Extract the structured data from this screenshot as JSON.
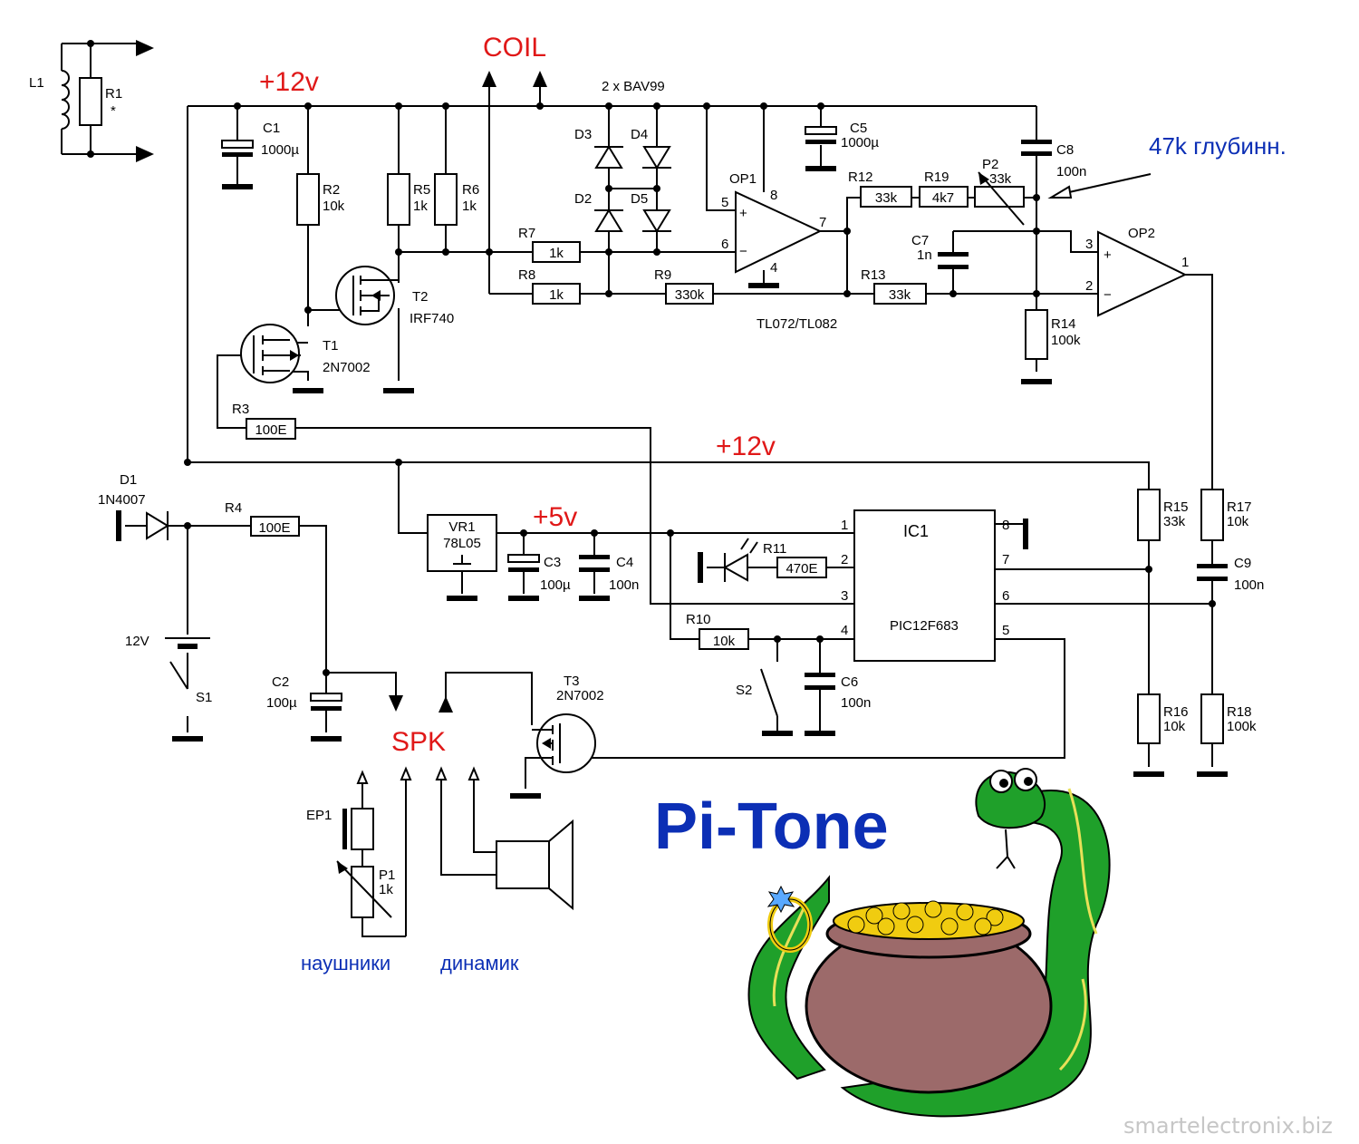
{
  "labels": {
    "coil": "COIL",
    "v12_top": "+12v",
    "v12_mid": "+12v",
    "v5": "+5v",
    "spk": "SPK",
    "bav99": "2 x BAV99",
    "depth_note": "47k глубинн.",
    "opamp_type": "TL072/TL082",
    "headphones": "наушники",
    "speaker": "динамик",
    "title": "Pi-Tone",
    "watermark": "smartelectronix.biz",
    "battery": "12V"
  },
  "components": {
    "L1": {
      "ref": "L1"
    },
    "R1": {
      "ref": "R1",
      "value": "*"
    },
    "C1": {
      "ref": "C1",
      "value": "1000µ"
    },
    "R2": {
      "ref": "R2",
      "value": "10k"
    },
    "R5": {
      "ref": "R5",
      "value": "1k"
    },
    "R6": {
      "ref": "R6",
      "value": "1k"
    },
    "T1": {
      "ref": "T1",
      "value": "2N7002"
    },
    "T2": {
      "ref": "T2",
      "value": "IRF740"
    },
    "R3": {
      "ref": "R3",
      "value": "100E"
    },
    "D3": {
      "ref": "D3"
    },
    "D4": {
      "ref": "D4"
    },
    "D2": {
      "ref": "D2"
    },
    "D5": {
      "ref": "D5"
    },
    "R7": {
      "ref": "R7",
      "value": "1k"
    },
    "R8": {
      "ref": "R8",
      "value": "1k"
    },
    "R9": {
      "ref": "R9",
      "value": "330k"
    },
    "OP1": {
      "ref": "OP1"
    },
    "C5": {
      "ref": "C5",
      "value": "1000µ"
    },
    "R12": {
      "ref": "R12",
      "value": "33k"
    },
    "R19": {
      "ref": "R19",
      "value": "4k7"
    },
    "P2": {
      "ref": "P2",
      "value": "33k"
    },
    "C8": {
      "ref": "C8",
      "value": "100n"
    },
    "C7": {
      "ref": "C7",
      "value": "1n"
    },
    "R13": {
      "ref": "R13",
      "value": "33k"
    },
    "R14": {
      "ref": "R14",
      "value": "100k"
    },
    "OP2": {
      "ref": "OP2"
    },
    "D1": {
      "ref": "D1",
      "value": "1N4007"
    },
    "R4": {
      "ref": "R4",
      "value": "100E"
    },
    "VR1": {
      "ref": "VR1",
      "value": "78L05"
    },
    "C3": {
      "ref": "C3",
      "value": "100µ"
    },
    "C4": {
      "ref": "C4",
      "value": "100n"
    },
    "R11": {
      "ref": "R11",
      "value": "470E"
    },
    "R10": {
      "ref": "R10",
      "value": "10k"
    },
    "S2": {
      "ref": "S2"
    },
    "C6": {
      "ref": "C6",
      "value": "100n"
    },
    "IC1": {
      "ref": "IC1",
      "value": "PIC12F683"
    },
    "R15": {
      "ref": "R15",
      "value": "33k"
    },
    "R17": {
      "ref": "R17",
      "value": "10k"
    },
    "C9": {
      "ref": "C9",
      "value": "100n"
    },
    "R16": {
      "ref": "R16",
      "value": "10k"
    },
    "R18": {
      "ref": "R18",
      "value": "100k"
    },
    "S1": {
      "ref": "S1"
    },
    "C2": {
      "ref": "C2",
      "value": "100µ"
    },
    "T3": {
      "ref": "T3",
      "value": "2N7002"
    },
    "EP1": {
      "ref": "EP1"
    },
    "P1": {
      "ref": "P1",
      "value": "1k"
    }
  },
  "pins": {
    "op1_p5": "5",
    "op1_p6": "6",
    "op1_p7": "7",
    "op1_p8": "8",
    "op1_p4": "4",
    "op2_p3": "3",
    "op2_p2": "2",
    "op2_p1": "1",
    "ic_p1": "1",
    "ic_p2": "2",
    "ic_p3": "3",
    "ic_p4": "4",
    "ic_p5": "5",
    "ic_p6": "6",
    "ic_p7": "7",
    "ic_p8": "8",
    "plus": "+",
    "minus": "−"
  },
  "colors": {
    "power_label": "#e01818",
    "annotation": "#0c2fb5",
    "snake": "#1fa02a",
    "pot": "#9c6a6a",
    "gold": "#f0cc10",
    "watermark": "#c6c6c6"
  }
}
